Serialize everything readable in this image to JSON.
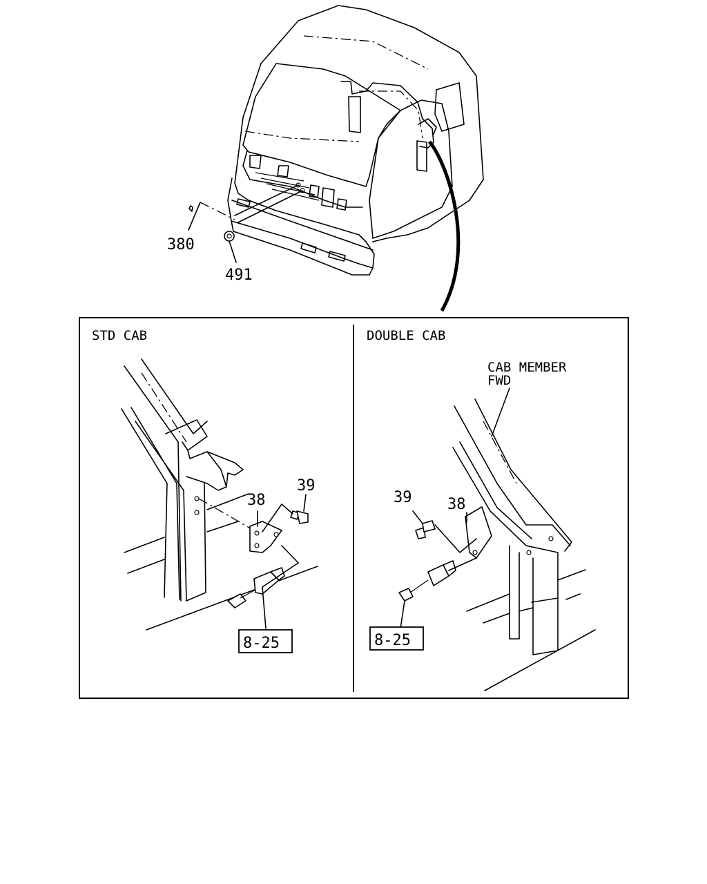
{
  "overview": {
    "callouts": [
      "380",
      "491"
    ]
  },
  "panels": {
    "std_cab": {
      "title": "STD CAB",
      "callouts": [
        "38",
        "39"
      ],
      "ref_box": "8-25"
    },
    "double_cab": {
      "title": "DOUBLE CAB",
      "note_line1": "CAB MEMBER",
      "note_line2": "FWD",
      "callouts": [
        "39",
        "38"
      ],
      "ref_box": "8-25"
    }
  }
}
